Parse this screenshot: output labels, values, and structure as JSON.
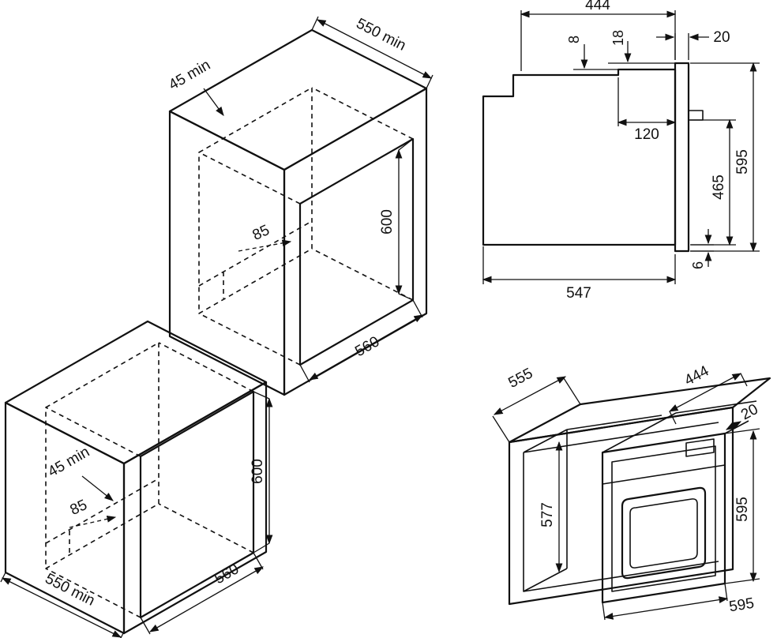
{
  "drawing": {
    "background": "#ffffff",
    "line_color": "#111111"
  },
  "column_unit": {
    "depth_min": "550 min",
    "rear_gap_min": "45 min",
    "rear_notch": "85",
    "niche_height": "600",
    "niche_width": "560"
  },
  "base_unit": {
    "rear_gap_min": "45 min",
    "rear_notch": "85",
    "niche_height": "600",
    "niche_width": "560",
    "depth_min": "550 min"
  },
  "side_view": {
    "body_depth": "444",
    "top_offset": "8",
    "panel_offset": "18",
    "door_thickness": "20",
    "front_recess": "120",
    "lower_fix_height": "465",
    "overall_height": "595",
    "overall_depth": "547",
    "bottom_gap": "6"
  },
  "insert_view": {
    "cabinet_depth": "555",
    "body_depth": "444",
    "door_proud": "20",
    "overall_height": "595",
    "interior_height": "577",
    "overall_width": "595"
  }
}
